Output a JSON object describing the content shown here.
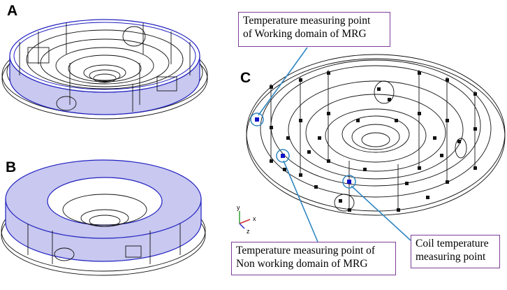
{
  "panels": {
    "a": "A",
    "b": "B",
    "c": "C"
  },
  "callouts": {
    "working_domain": {
      "line1": "Temperature measuring point",
      "line2": "of  Working domain of MRG"
    },
    "non_working_domain": {
      "line1": "Temperature measuring point of",
      "line2": "Non working domain of MRG"
    },
    "coil": {
      "line1": "Coil temperature",
      "line2": "measuring point"
    }
  },
  "axes": {
    "y": "y",
    "x": "x",
    "z": "z"
  },
  "colors": {
    "callout_border": "#7d3c98",
    "leader_line": "#2e86c1",
    "highlight_fill": "#c8c8f0",
    "highlight_edge": "#2020c0",
    "marker": "#1010c8",
    "axis_x": "#d03030",
    "axis_y": "#30a030",
    "axis_z": "#3030d0"
  }
}
